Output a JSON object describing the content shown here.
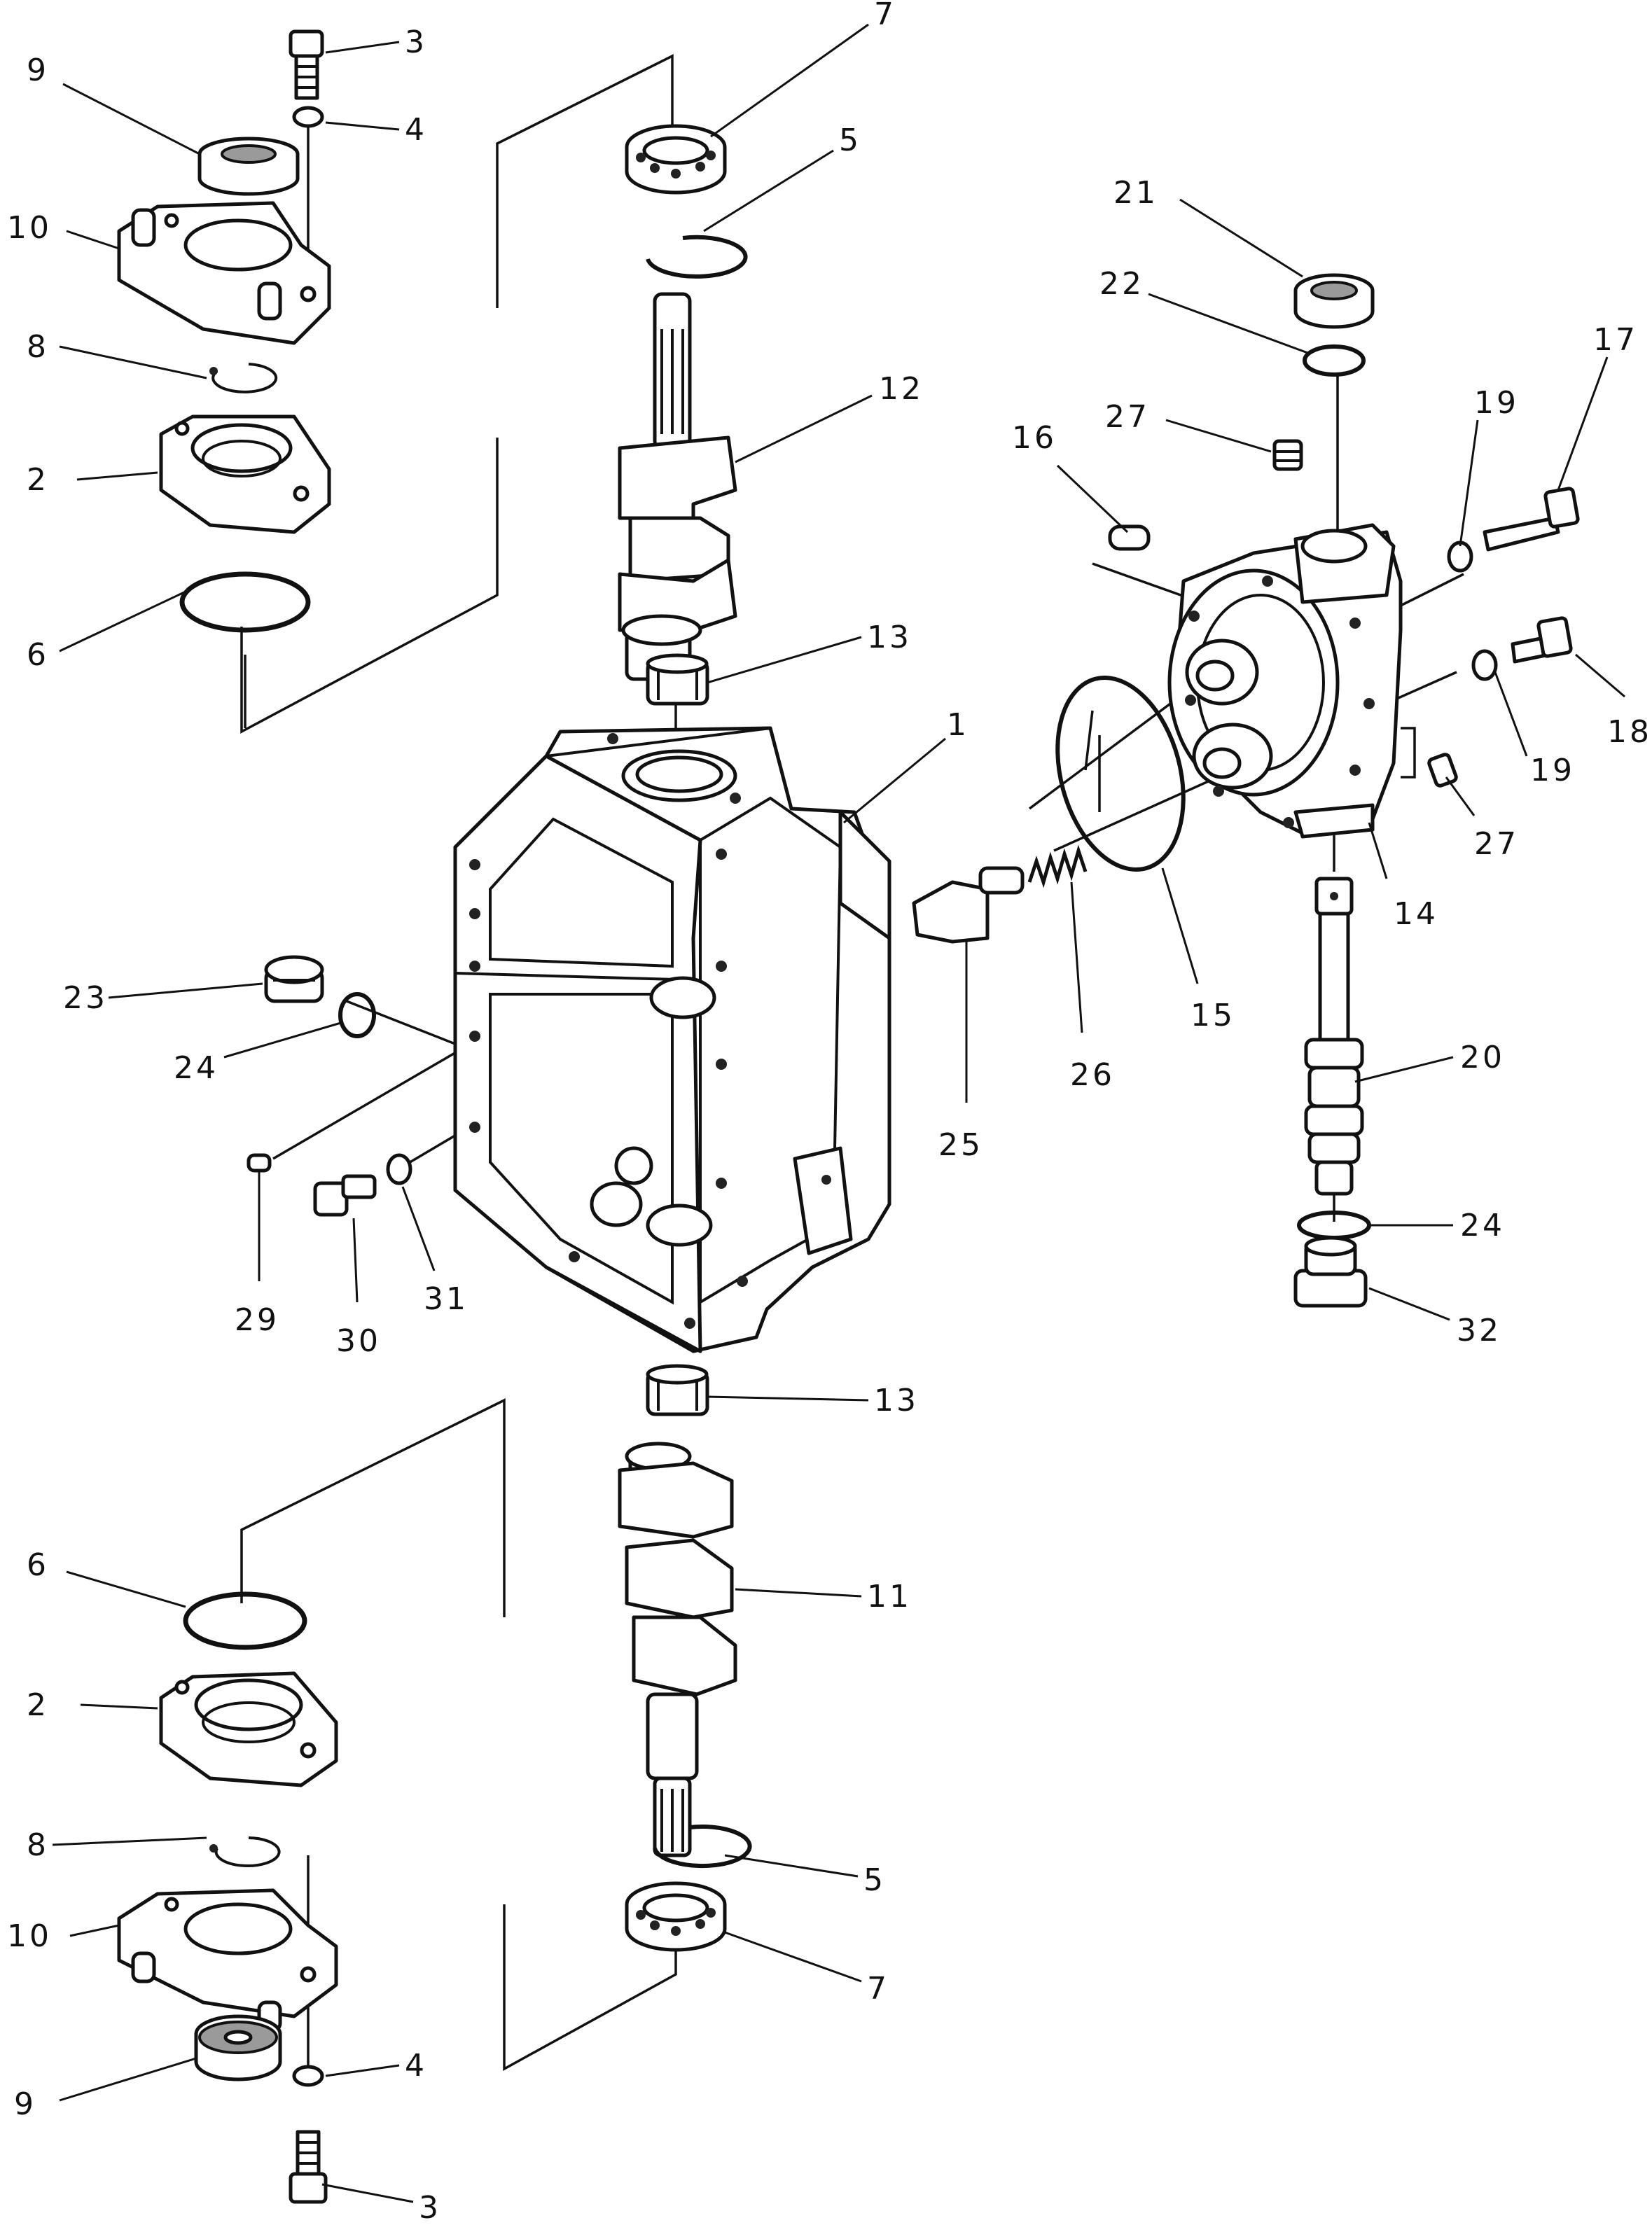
{
  "labels": {
    "l1": "1",
    "l2a": "2",
    "l2b": "2",
    "l3a": "3",
    "l3b": "3",
    "l4a": "4",
    "l4b": "4",
    "l5a": "5",
    "l5b": "5",
    "l6a": "6",
    "l6b": "6",
    "l7a": "7",
    "l7b": "7",
    "l8a": "8",
    "l8b": "8",
    "l9a": "9",
    "l9b": "9",
    "l10a": "10",
    "l10b": "10",
    "l11": "11",
    "l12": "12",
    "l13a": "13",
    "l13b": "13",
    "l14": "14",
    "l15": "15",
    "l16": "16",
    "l17": "17",
    "l18": "18",
    "l19a": "19",
    "l19b": "19",
    "l20": "20",
    "l21": "21",
    "l22": "22",
    "l23": "23",
    "l24a": "24",
    "l24b": "24",
    "l25": "25",
    "l26": "26",
    "l27a": "27",
    "l27b": "27",
    "l29": "29",
    "l30": "30",
    "l31": "31",
    "l32": "32"
  }
}
